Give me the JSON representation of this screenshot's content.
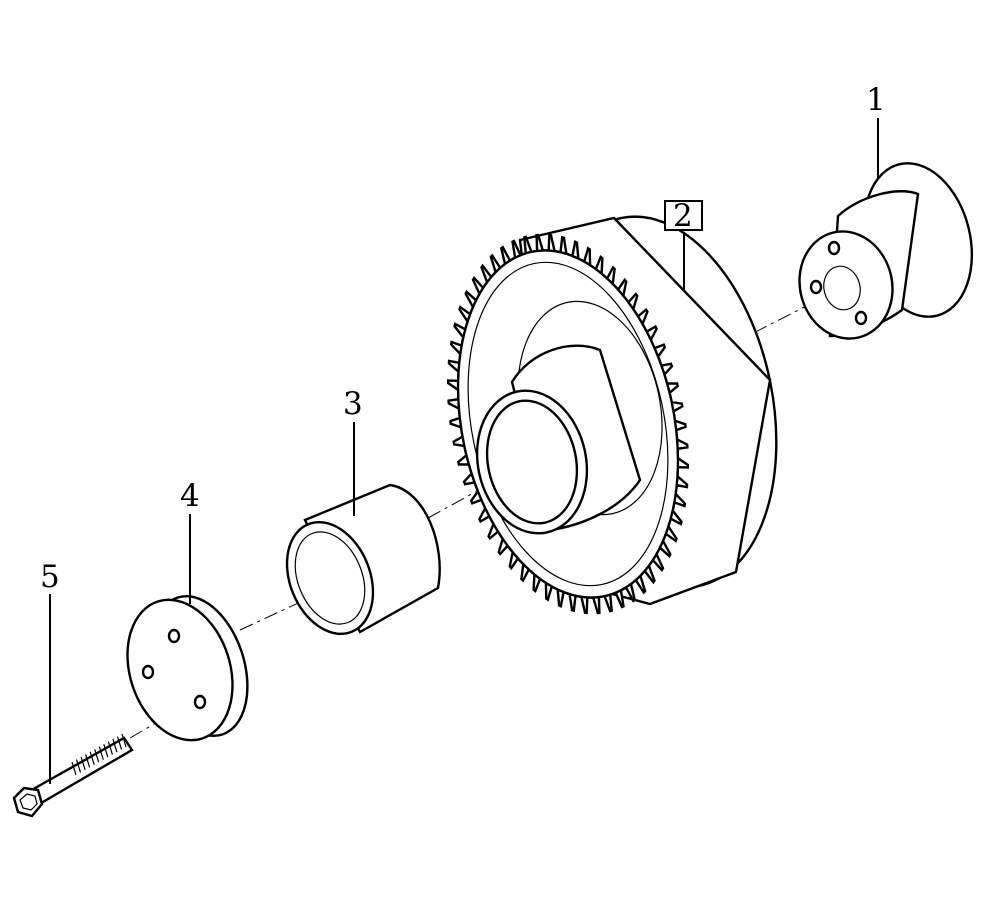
{
  "diagram": {
    "parts": [
      {
        "id": "p1",
        "label": "1",
        "boxed": false
      },
      {
        "id": "p2",
        "label": "2",
        "boxed": true
      },
      {
        "id": "p3",
        "label": "3",
        "boxed": false
      },
      {
        "id": "p4",
        "label": "4",
        "boxed": false
      },
      {
        "id": "p5",
        "label": "5",
        "boxed": false
      }
    ]
  }
}
